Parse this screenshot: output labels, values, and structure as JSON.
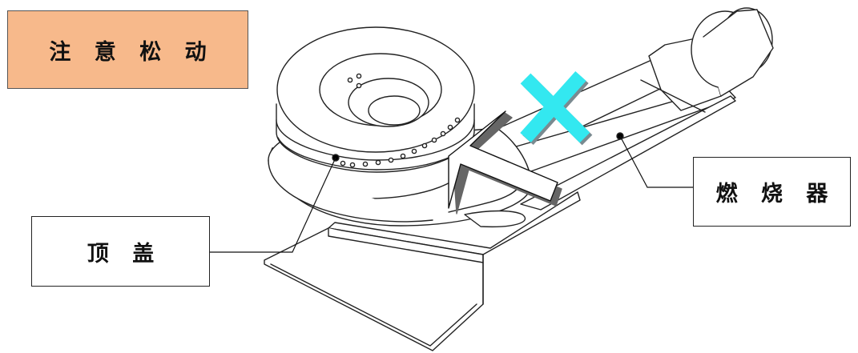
{
  "labels": {
    "warning": "注 意 松 动",
    "top_cap": "顶 盖",
    "burner": "燃 烧 器"
  },
  "colors": {
    "warning_fill": "#f7b98b",
    "cross_mark": "#33e8f0",
    "line": "#222222"
  },
  "icons": {
    "cross": "x-mark",
    "arrow": "block-arrow"
  }
}
